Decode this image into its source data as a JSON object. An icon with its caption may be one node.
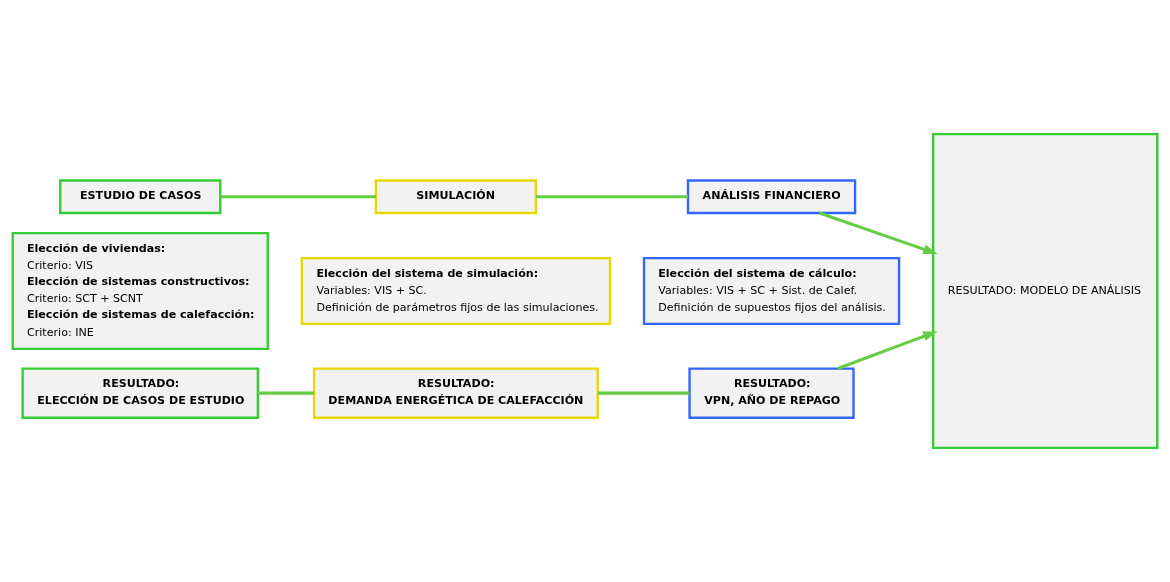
{
  "diagram": {
    "nodes": [
      {
        "text": [
          "ESTUDIO DE CASOS"
        ]
      },
      {
        "text": [
          "SIMULACIÓN"
        ]
      },
      {
        "text": [
          "ANÁLISIS FINANCIERO"
        ]
      },
      {
        "text": [
          "RESULTADO: MODELO DE ANÁLISIS"
        ]
      },
      {
        "text": [
          "Elección de viviendas:",
          "Criterio: VIS",
          "Elección de sistemas constructivos:",
          "Criterio: SCT + SCNT",
          "Elección de sistemas de calefacción:",
          "Criterio: INE"
        ]
      },
      {
        "text": [
          "Elección del sistema de simulación:",
          "Variables: VIS + SC.",
          "Definición de parámetros fijos de las simulaciones."
        ]
      },
      {
        "text": [
          "Elección del sistema de cálculo:",
          "Variables: VIS + SC + Sist. de Calef.",
          "Definición de supuestos fijos del análisis."
        ]
      },
      {
        "text": [
          "RESULTADO:",
          "ELECCIÓN DE CASOS DE ESTUDIO"
        ]
      },
      {
        "text": [
          "RESULTADO:",
          "DEMANDA ENERGÉTICA DE CALEFACCIÓN"
        ]
      },
      {
        "text": [
          "RESULTADO:",
          "VPN, AÑO DE REPAGO"
        ]
      }
    ],
    "edges": [
      {
        "from": 0,
        "to": 1,
        "arrow": "none"
      },
      {
        "from": 1,
        "to": 2,
        "arrow": "none"
      },
      {
        "from": 2,
        "to": 3,
        "arrow": "to"
      },
      {
        "from": 7,
        "to": 8,
        "arrow": "none"
      },
      {
        "from": 8,
        "to": 9,
        "arrow": "none"
      },
      {
        "from": 9,
        "to": 3,
        "arrow": "to"
      }
    ]
  }
}
